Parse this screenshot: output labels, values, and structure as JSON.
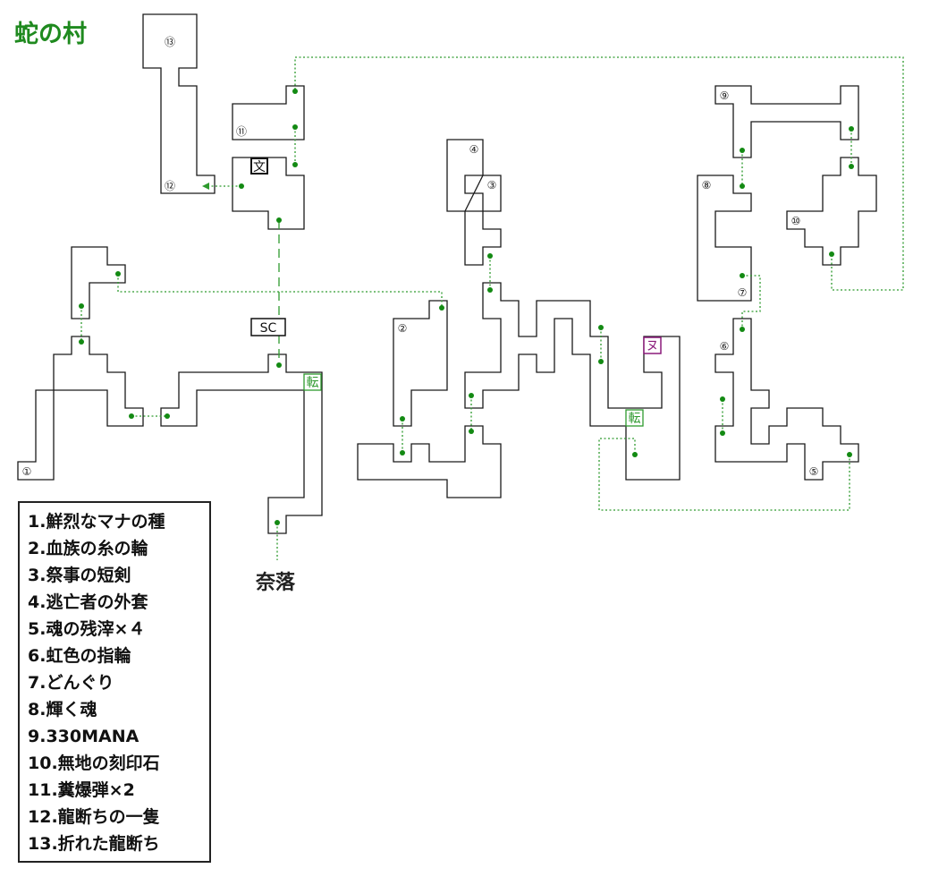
{
  "title": "蛇の村",
  "colors": {
    "title": "#1f8a1f",
    "wall": "#1a1a1a",
    "link": "#2e9a2e",
    "teleport": "#2e9a2e",
    "shop": "#8a1a7a"
  },
  "markers": {
    "start": "SC",
    "text_sign": "文",
    "teleport": "転",
    "shop": "ヌ"
  },
  "exit_label": "奈落",
  "numbers": [
    "①",
    "②",
    "③",
    "④",
    "⑤",
    "⑥",
    "⑦",
    "⑧",
    "⑨",
    "⑩",
    "⑪",
    "⑫",
    "⑬"
  ],
  "legend": [
    "1.鮮烈なマナの種",
    "2.血族の糸の輪",
    "3.祭事の短剣",
    "4.逃亡者の外套",
    "5.魂の残滓×４",
    "6.虹色の指輪",
    "7.どんぐり",
    "8.輝く魂",
    "9.330MANA",
    "10.無地の刻印石",
    "11.糞爆弾×2",
    "12.龍断ちの一隻",
    "13.折れた龍断ち"
  ]
}
